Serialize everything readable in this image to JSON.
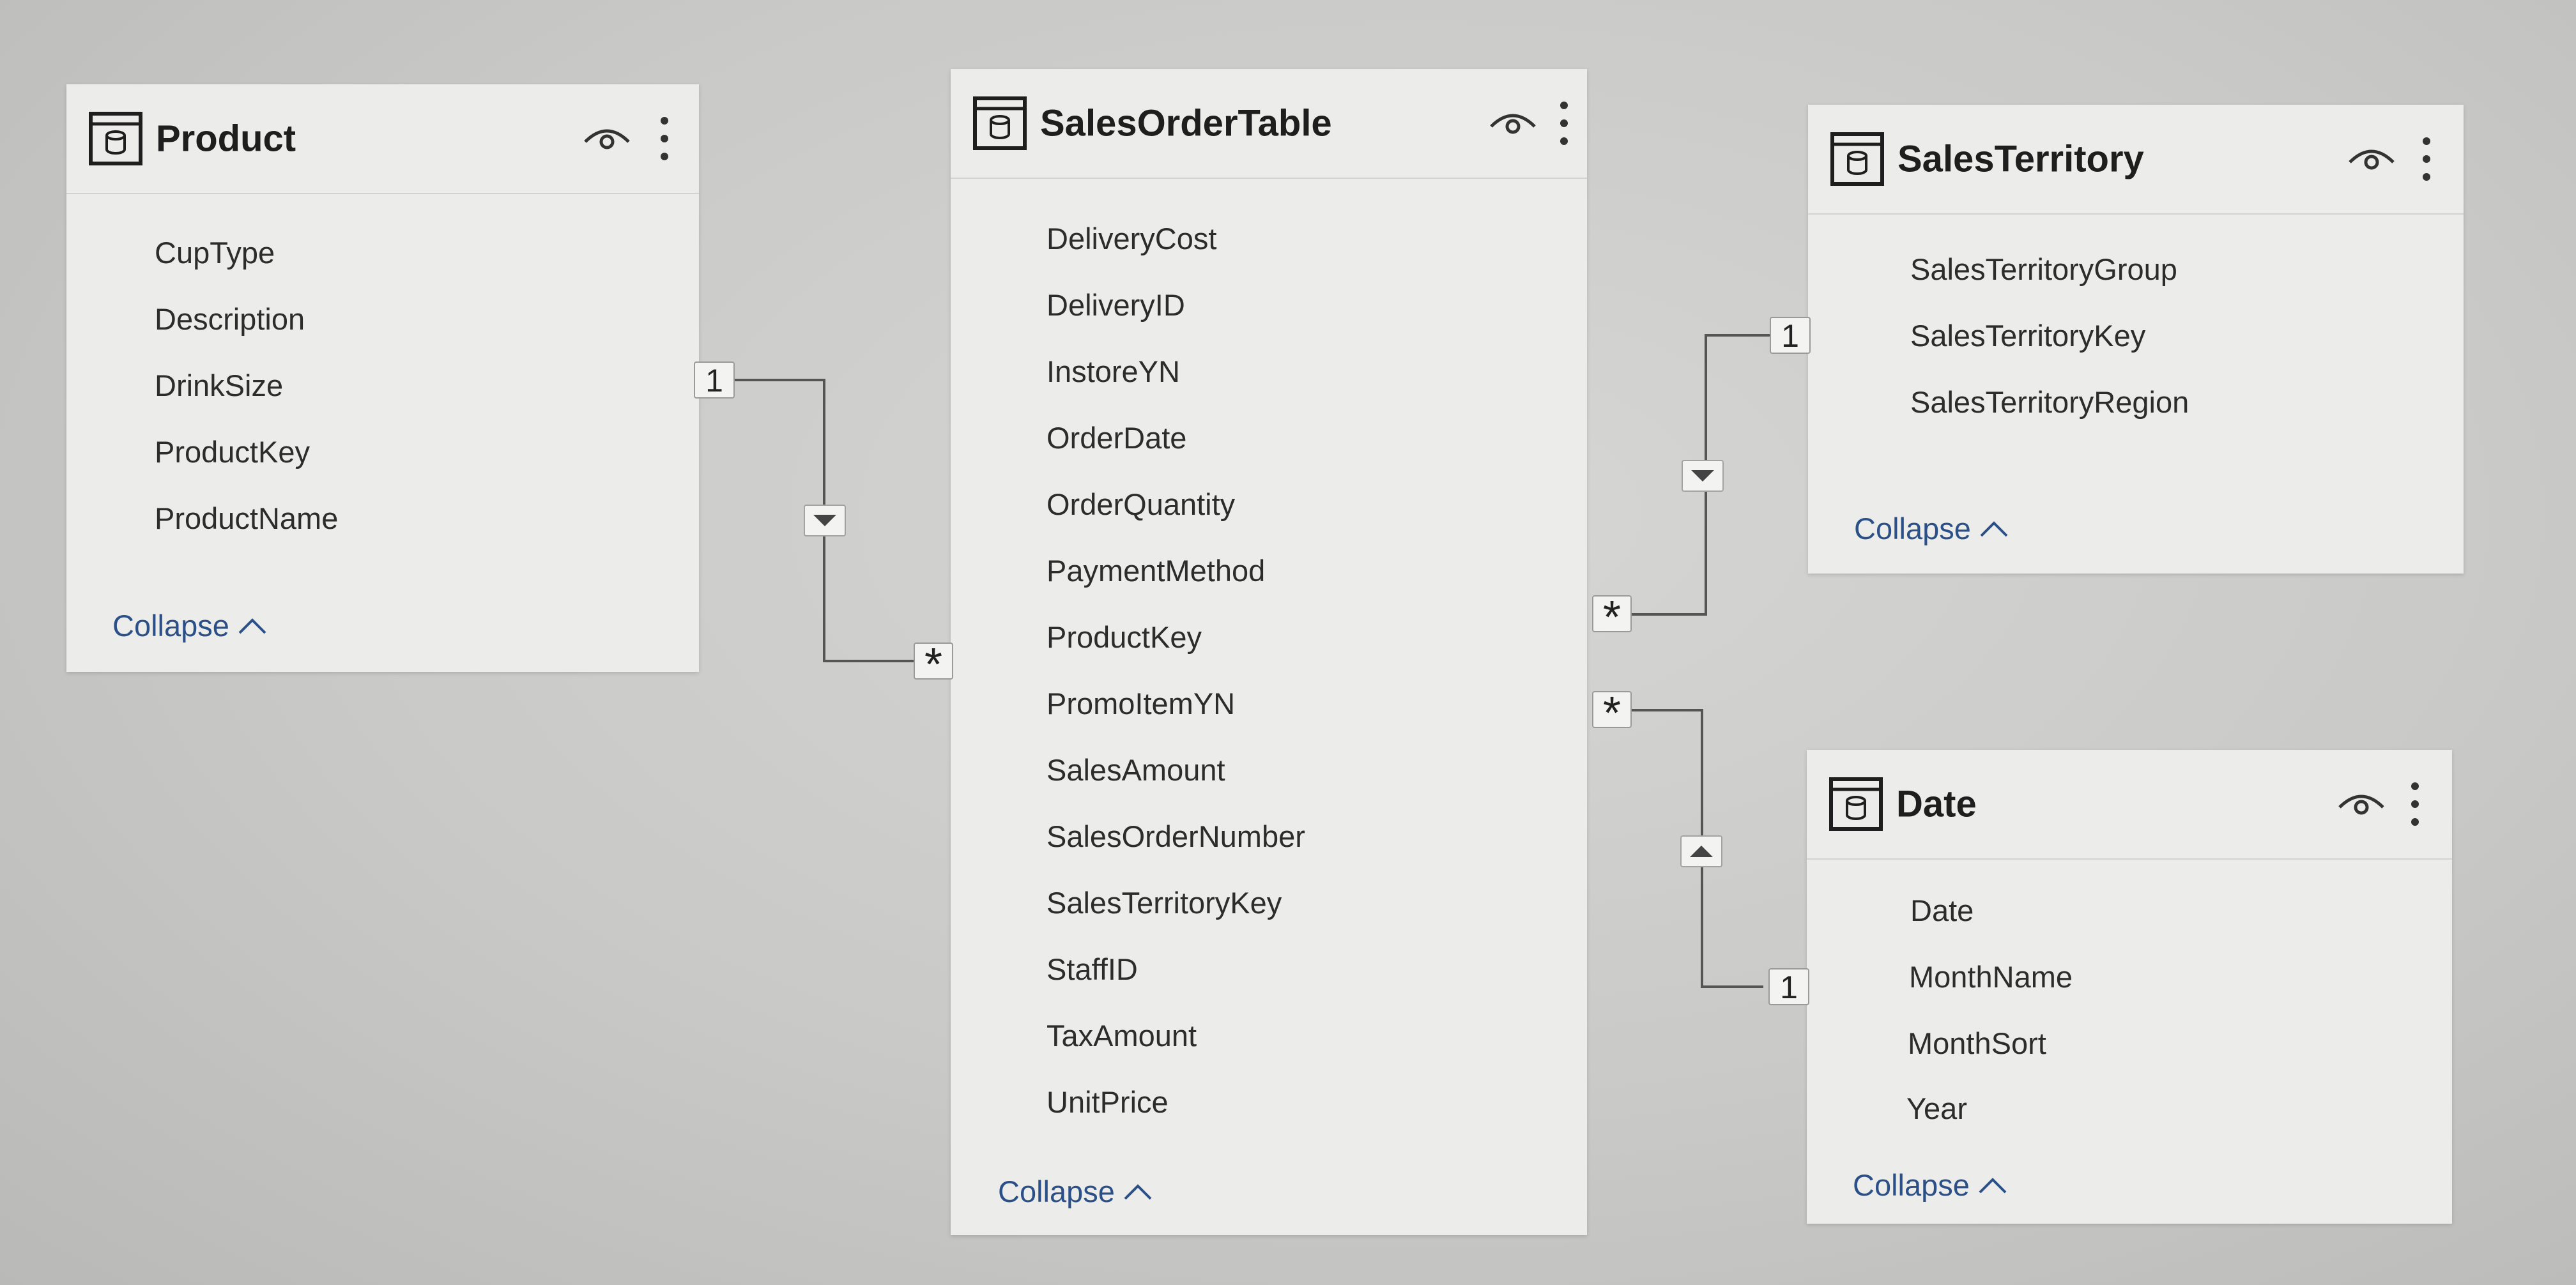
{
  "tables": {
    "product": {
      "title": "Product",
      "fields": [
        "CupType",
        "Description",
        "DrinkSize",
        "ProductKey",
        "ProductName"
      ],
      "collapse_label": "Collapse"
    },
    "sales_order": {
      "title": "SalesOrderTable",
      "fields": [
        "DeliveryCost",
        "DeliveryID",
        "InstoreYN",
        "OrderDate",
        "OrderQuantity",
        "PaymentMethod",
        "ProductKey",
        "PromoItemYN",
        "SalesAmount",
        "SalesOrderNumber",
        "SalesTerritoryKey",
        "StaffID",
        "TaxAmount",
        "UnitPrice"
      ],
      "collapse_label": "Collapse"
    },
    "sales_territory": {
      "title": "SalesTerritory",
      "fields": [
        "SalesTerritoryGroup",
        "SalesTerritoryKey",
        "SalesTerritoryRegion"
      ],
      "collapse_label": "Collapse"
    },
    "date": {
      "title": "Date",
      "fields": [
        "Date",
        "MonthName",
        "MonthSort",
        "Year"
      ],
      "collapse_label": "Collapse"
    }
  },
  "relationships": {
    "product_to_sales": {
      "one": "1",
      "many": "*",
      "filter_direction": "down"
    },
    "territory_to_sales": {
      "one": "1",
      "many": "*",
      "filter_direction": "down"
    },
    "date_to_sales": {
      "one": "1",
      "many": "*",
      "filter_direction": "up"
    }
  },
  "icons": {
    "table": "table-icon",
    "visibility": "eye-icon",
    "more": "more-options-icon",
    "collapse": "chevron-up-icon",
    "filter": "filter-direction-arrow-icon"
  },
  "colors": {
    "card_background": "#ececeb",
    "link_blue": "#2b4f87",
    "line": "#555555"
  }
}
